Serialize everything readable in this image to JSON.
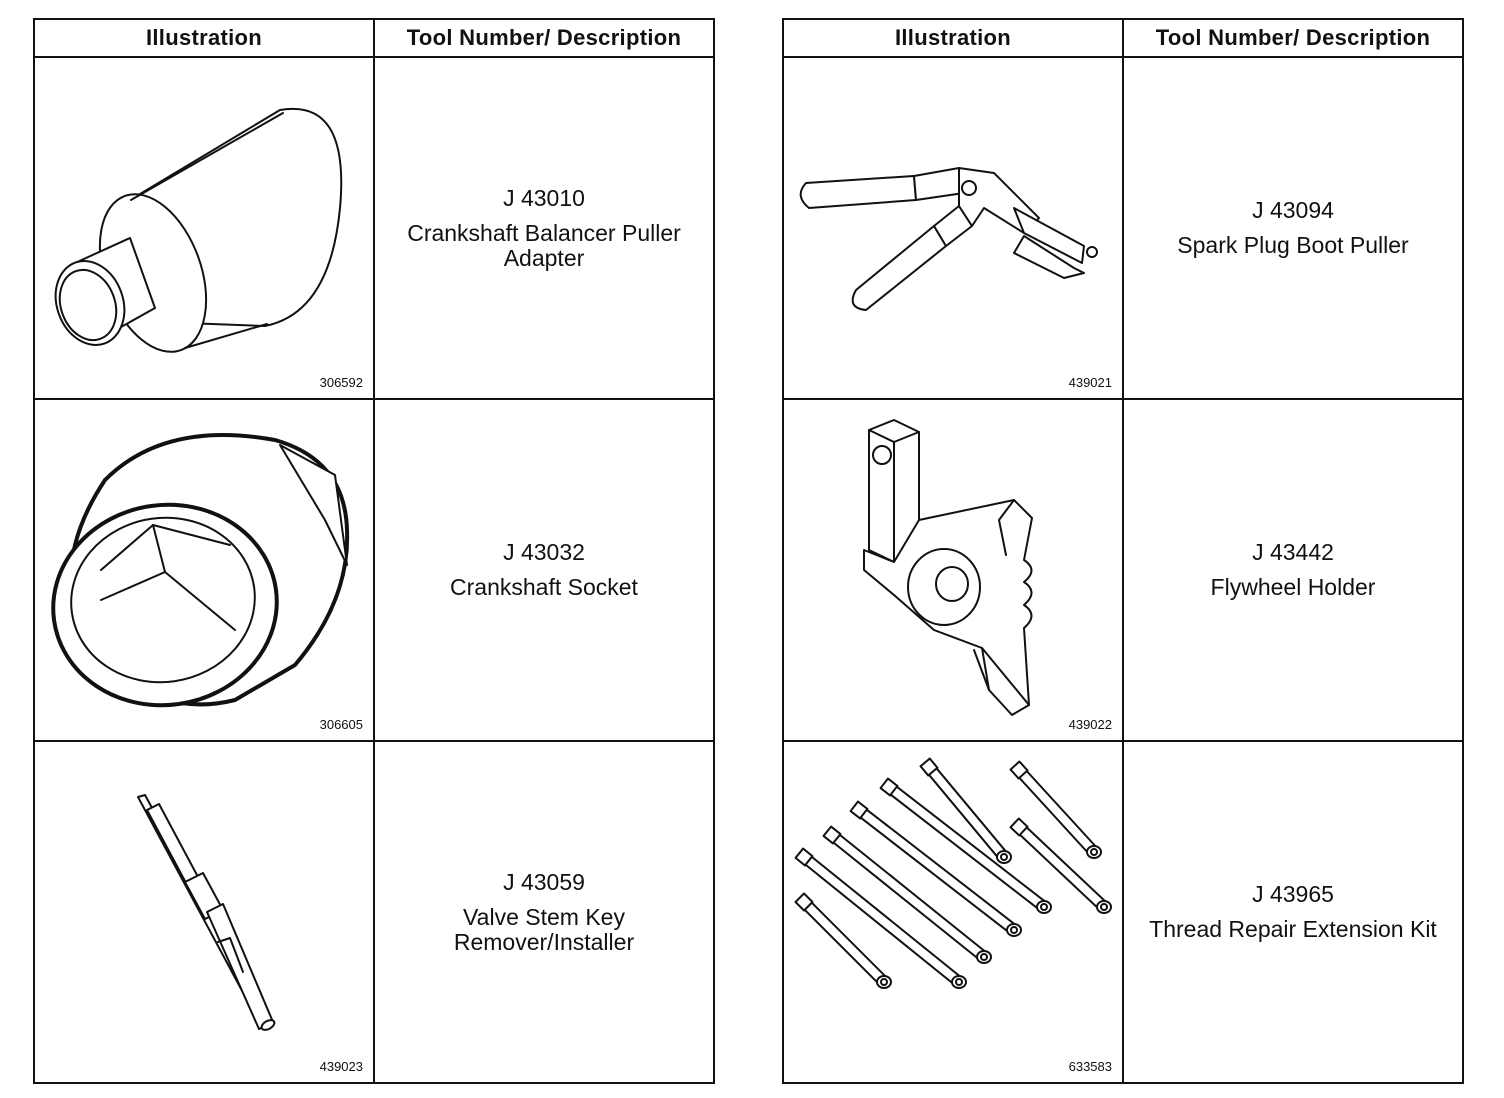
{
  "headers": {
    "illustration": "Illustration",
    "description": "Tool Number/ Description"
  },
  "left_table": [
    {
      "figure": "306592",
      "tool_number": "J 43010",
      "description": "Crankshaft Balancer Puller Adapter",
      "icon": "balancer-puller-adapter-icon"
    },
    {
      "figure": "306605",
      "tool_number": "J 43032",
      "description": "Crankshaft Socket",
      "icon": "crankshaft-socket-icon"
    },
    {
      "figure": "439023",
      "tool_number": "J 43059",
      "description": "Valve Stem Key Remover/Installer",
      "icon": "valve-stem-key-tool-icon"
    }
  ],
  "right_table": [
    {
      "figure": "439021",
      "tool_number": "J 43094",
      "description": "Spark Plug Boot Puller",
      "icon": "spark-plug-boot-puller-icon"
    },
    {
      "figure": "439022",
      "tool_number": "J 43442",
      "description": "Flywheel Holder",
      "icon": "flywheel-holder-icon"
    },
    {
      "figure": "633583",
      "tool_number": "J 43965",
      "description": "Thread Repair Extension Kit",
      "icon": "thread-repair-extension-kit-icon"
    }
  ]
}
